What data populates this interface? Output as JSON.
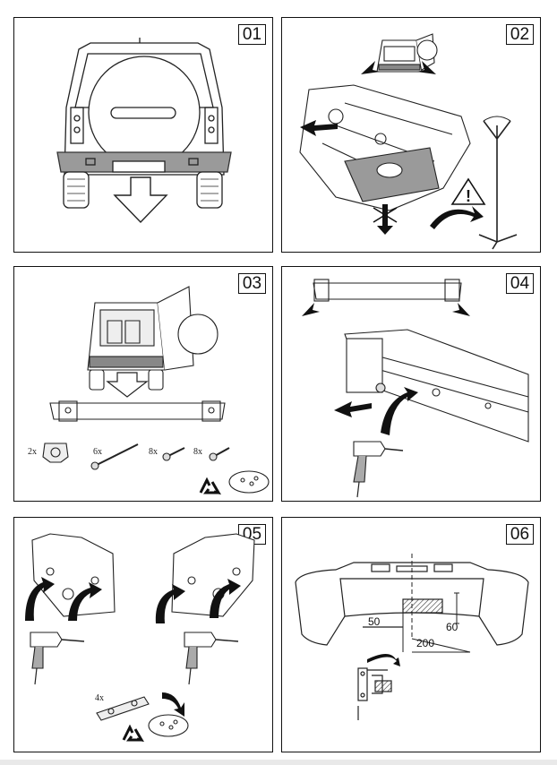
{
  "steps": [
    {
      "number": "01"
    },
    {
      "number": "02"
    },
    {
      "number": "03",
      "parts": [
        {
          "qty": "2x"
        },
        {
          "qty": "6x"
        },
        {
          "qty": "8x"
        },
        {
          "qty": "8x"
        }
      ]
    },
    {
      "number": "04"
    },
    {
      "number": "05",
      "parts": [
        {
          "qty": "4x"
        }
      ]
    },
    {
      "number": "06",
      "dimensions": {
        "a": "50",
        "b": "200",
        "c": "60"
      }
    }
  ],
  "icons": {
    "warning": "warning-triangle-icon",
    "recycle": "recycle-icon",
    "drill": "power-drill-icon",
    "arrow": "arrow-icon"
  }
}
